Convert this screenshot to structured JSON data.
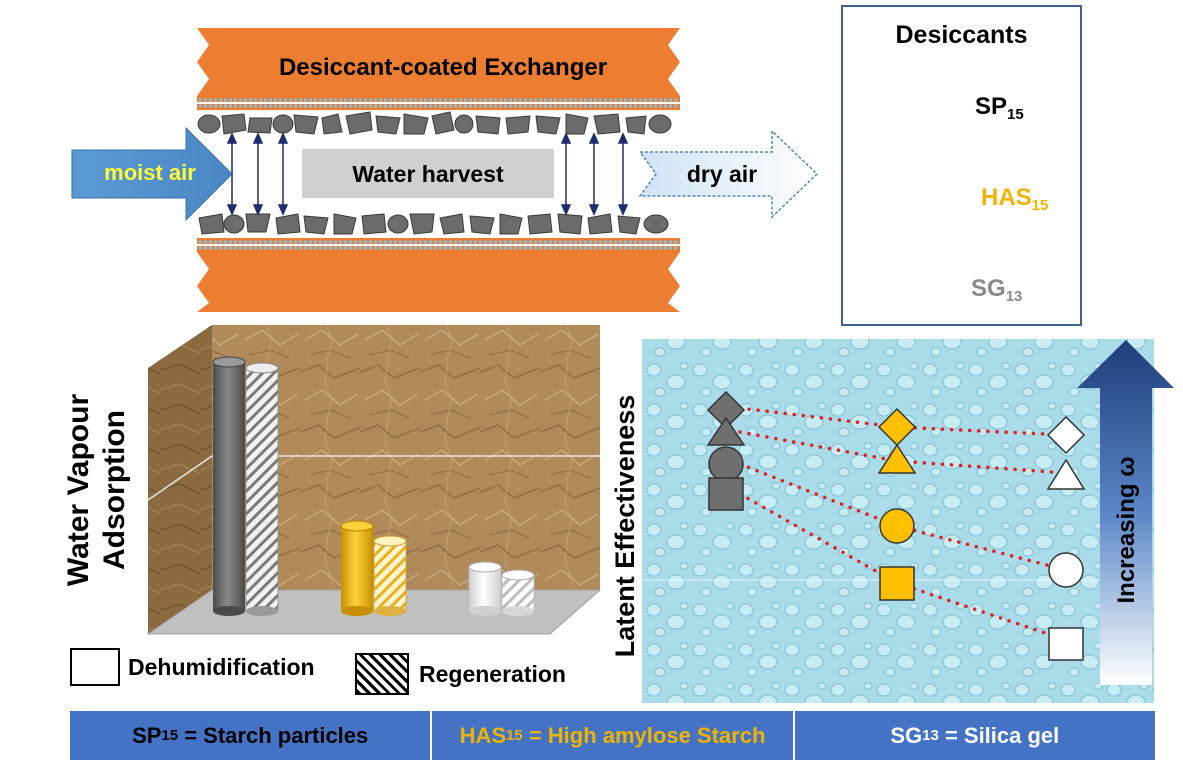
{
  "exchanger": {
    "title": "Desiccant-coated Exchanger",
    "inlet_label": "moist air",
    "center_label": "Water harvest",
    "outlet_label": "dry air"
  },
  "desiccants": {
    "title": "Desiccants",
    "items": [
      {
        "base": "SP",
        "sub": "15",
        "color": "#000000"
      },
      {
        "base": "HAS",
        "sub": "15",
        "color": "#f0b400"
      },
      {
        "base": "SG",
        "sub": "13",
        "color": "#8a8a8a"
      }
    ]
  },
  "adsorption": {
    "axis_label_line1": "Water Vapour",
    "axis_label_line2": "Adsorption"
  },
  "legend": {
    "dehumidification": "Dehumidification",
    "regeneration": "Regeneration"
  },
  "effectiveness": {
    "axis_label": "Latent Effectiveness",
    "arrow_label": "Increasing ω"
  },
  "footer": [
    {
      "base": "SP",
      "sub": "15",
      "rest": " = Starch particles",
      "color": "#000000"
    },
    {
      "base": "HAS",
      "sub": "15",
      "rest": " = High amylose Starch",
      "color": "#f0b400"
    },
    {
      "base": "SG",
      "sub": "13",
      "rest": " = Silica gel",
      "color": "#ffffff"
    }
  ],
  "colors": {
    "orange": "#ed7d31",
    "blue_bar": "#4472c4",
    "gold": "#f0b400",
    "dark_gray": "#6b6b6b",
    "water": "#a9dbe8"
  }
}
